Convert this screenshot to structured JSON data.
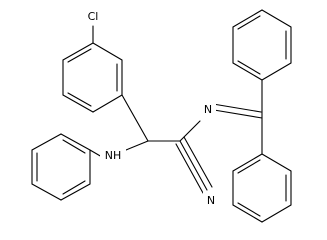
{
  "molecule": {
    "atoms": {
      "chlorine": "Cl",
      "imine_nitrogen": "N",
      "amine": "NH",
      "nitrile": "N"
    }
  },
  "colors": {
    "bond": "#000000",
    "label": "#000000",
    "background": "#ffffff"
  }
}
